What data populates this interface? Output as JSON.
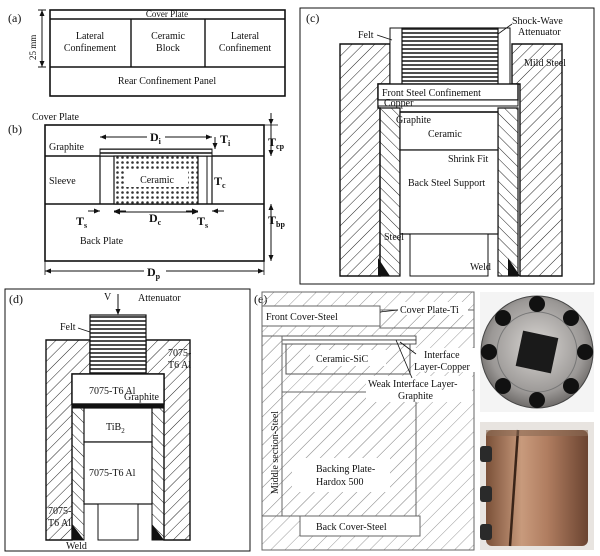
{
  "panel_a": {
    "label": "(a)",
    "cover_plate": "Cover Plate",
    "lateral_left_1": "Lateral",
    "lateral_left_2": "Confinement",
    "ceramic_1": "Ceramic",
    "ceramic_2": "Block",
    "lateral_right_1": "Lateral",
    "lateral_right_2": "Confinement",
    "rear_panel": "Rear Confinement Panel",
    "dimension": "25 mm"
  },
  "panel_b": {
    "label": "(b)",
    "cover_plate": "Cover Plate",
    "graphite": "Graphite",
    "sleeve": "Sleeve",
    "ceramic": "Ceramic",
    "back_plate": "Back Plate",
    "di": "D",
    "di_sub": "i",
    "ti": "T",
    "ti_sub": "i",
    "tcp": "T",
    "tcp_sub": "cp",
    "tc": "T",
    "tc_sub": "c",
    "tbp": "T",
    "tbp_sub": "bp",
    "dc": "D",
    "dc_sub": "c",
    "ts_left": "T",
    "ts_left_sub": "s",
    "ts_right": "T",
    "ts_right_sub": "s",
    "dp": "D",
    "dp_sub": "p"
  },
  "panel_c": {
    "label": "(c)",
    "felt": "Felt",
    "shock_1": "Shock-Wave",
    "shock_2": "Attenuator",
    "mild_steel": "Mild Steel",
    "front_steel": "Front Steel Confinement",
    "copper": "Copper",
    "graphite": "Graphite",
    "ceramic": "Ceramic",
    "shrink_fit": "Shrink Fit",
    "back_steel": "Back Steel Support",
    "steel": "Steel",
    "weld": "Weld"
  },
  "panel_d": {
    "label": "(d)",
    "v": "V",
    "attenuator": "Attenuator",
    "felt": "Felt",
    "al_top_1": "7075-",
    "al_top_2": "T6 Al",
    "al_plate": "7075-T6 Al",
    "graphite": "Graphite",
    "tib2": "TiB",
    "tib2_sub": "2",
    "al_core": "7075-T6 Al",
    "al_bot_1": "7075-",
    "al_bot_2": "T6 Al",
    "weld": "Weld"
  },
  "panel_e": {
    "label": "(e)",
    "front_cover": "Front Cover-Steel",
    "cover_plate": "Cover Plate-Ti",
    "ceramic": "Ceramic-SiC",
    "interface_1": "Interface",
    "interface_2": "Layer-Copper",
    "weak_1": "Weak Interface Layer-",
    "weak_2": "Graphite",
    "middle": "Middle section-Steel",
    "backing_1": "Backing Plate-",
    "backing_2": "Hardox 500",
    "back_cover": "Back Cover-Steel"
  },
  "colors": {
    "line": "#111111",
    "hatch_light": "#8a8a8a",
    "bronze": "#b9876a",
    "bronze_dark": "#6b4a36"
  }
}
